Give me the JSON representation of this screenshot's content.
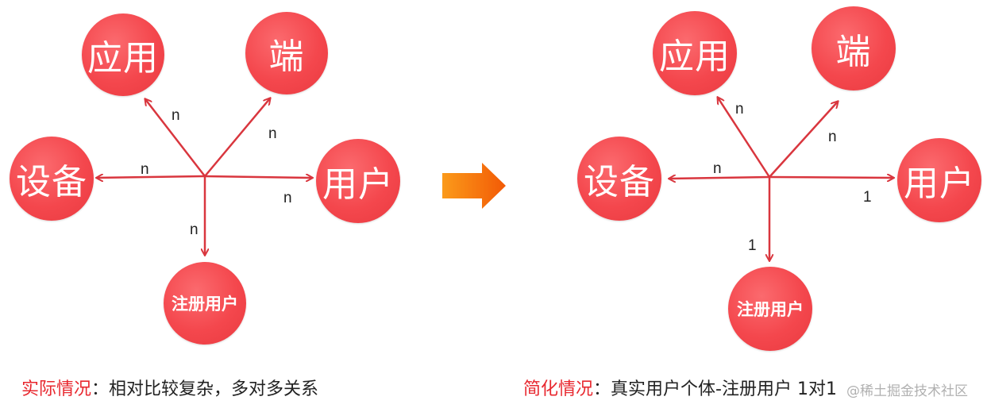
{
  "diagrams": [
    {
      "nodes": {
        "app": "应用",
        "terminal": "端",
        "device": "设备",
        "user": "用户",
        "registered_user": "注册用户"
      },
      "edge_labels": {
        "app": "n",
        "terminal": "n",
        "device": "n",
        "user": "n",
        "registered_user": "n"
      },
      "caption": {
        "label": "实际情况",
        "text": "：相对比较复杂，多对多关系"
      }
    },
    {
      "nodes": {
        "app": "应用",
        "terminal": "端",
        "device": "设备",
        "user": "用户",
        "registered_user": "注册用户"
      },
      "edge_labels": {
        "app": "n",
        "terminal": "n",
        "device": "n",
        "user": "1",
        "registered_user": "1"
      },
      "caption": {
        "label": "简化情况",
        "text": "：真实用户个体-注册用户 1对1"
      }
    }
  ],
  "watermark": "@稀土掘金技术社区",
  "colors": {
    "node": "#f4474d",
    "arrow": "#d9363e",
    "caption_highlight": "#e8282f",
    "transition_arrow": "#f97a10"
  }
}
